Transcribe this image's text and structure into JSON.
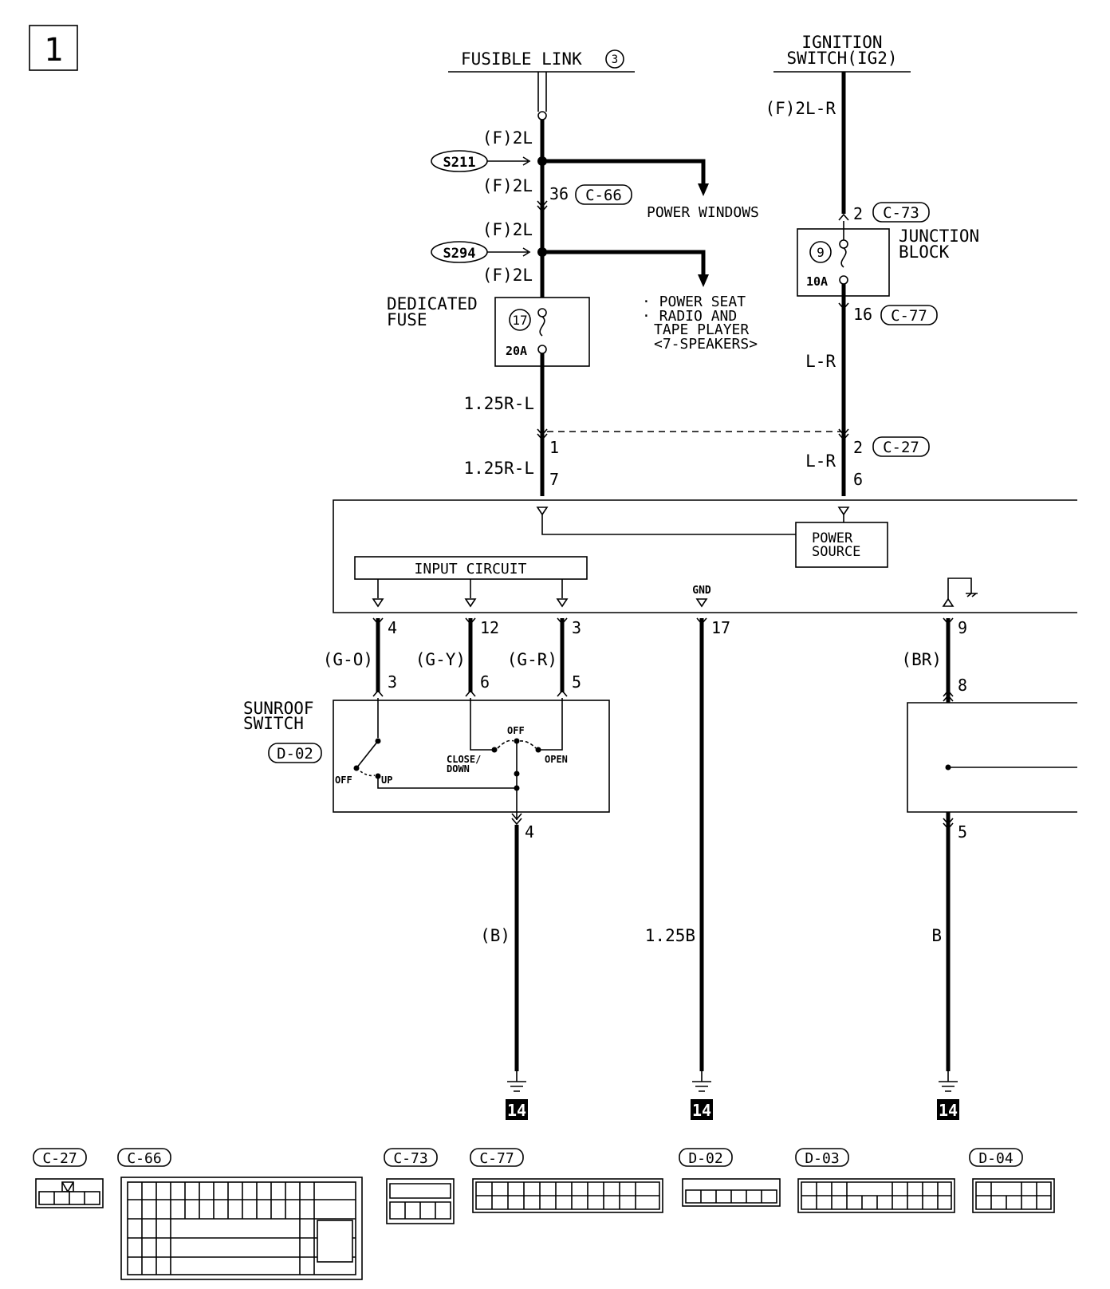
{
  "page_label": "1",
  "sources": {
    "fusible_link": "FUSIBLE LINK",
    "fusible_link_num": "3",
    "ignition_line1": "IGNITION",
    "ignition_line2": "SWITCH(IG2)"
  },
  "splices": {
    "s1": "S211",
    "s2": "S294"
  },
  "wires": {
    "w_f2l_a": "(F)2L",
    "w_f2l_b": "(F)2L",
    "w_f2l_c": "(F)2L",
    "w_f2l_d": "(F)2L",
    "w_f2lr": "(F)2L-R",
    "w_125rl_a": "1.25R-L",
    "w_125rl_b": "1.25R-L",
    "w_lr_a": "L-R",
    "w_lr_b": "L-R",
    "w_go": "(G-O)",
    "w_gy": "(G-Y)",
    "w_gr": "(G-R)",
    "w_br": "(BR)",
    "w_b_paren": "(B)",
    "w_125b": "1.25B",
    "w_b": "B"
  },
  "branches": {
    "power_windows": "POWER WINDOWS",
    "power_seat": "· POWER SEAT",
    "radio1": "· RADIO AND",
    "radio2": "TAPE PLAYER",
    "radio3": "<7-SPEAKERS>"
  },
  "fuses": {
    "dedicated1": "DEDICATED",
    "dedicated2": "FUSE",
    "ded_num": "17",
    "ded_amp": "20A",
    "jb1": "JUNCTION",
    "jb2": "BLOCK",
    "jb_num": "9",
    "jb_amp": "10A"
  },
  "connectors": {
    "c66": "C-66",
    "c73": "C-73",
    "c77": "C-77",
    "c27": "C-27",
    "d02": "D-02"
  },
  "pins": {
    "p36": "36",
    "p2a": "2",
    "p16": "16",
    "p1": "1",
    "p2b": "2",
    "p7": "7",
    "p6": "6",
    "p4": "4",
    "p12": "12",
    "p3": "3",
    "p17": "17",
    "p9": "9",
    "s3": "3",
    "s6": "6",
    "s5": "5",
    "s8": "8",
    "s4": "4",
    "s5b": "5"
  },
  "module": {
    "input_circuit": "INPUT CIRCUIT",
    "power_source1": "POWER",
    "power_source2": "SOURCE",
    "gnd": "GND"
  },
  "sunroof_switch": {
    "title1": "SUNROOF",
    "title2": "SWITCH",
    "off1": "OFF",
    "up": "UP",
    "off2": "OFF",
    "close1": "CLOSE/",
    "close2": "DOWN",
    "open": "OPEN"
  },
  "ground_ref": "14",
  "connector_views": {
    "v_c27": "C-27",
    "v_c66": "C-66",
    "v_c73": "C-73",
    "v_c77": "C-77",
    "v_d02": "D-02",
    "v_d03": "D-03",
    "v_d04": "D-04"
  }
}
